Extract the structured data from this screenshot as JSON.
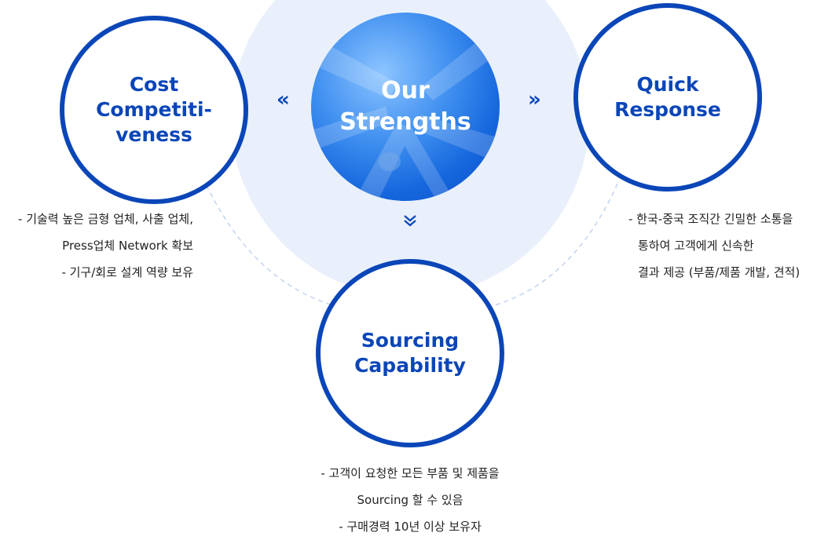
{
  "center": {
    "title": "Our\nStrengths"
  },
  "left": {
    "title": "Cost\nCompetiti-\nveness",
    "desc": [
      "- 기술력 높은 금형 업체, 사출 업체,",
      "Press업체 Network 확보",
      "- 기구/회로 설계 역량 보유"
    ]
  },
  "right": {
    "title": "Quick\nResponse",
    "desc": [
      "- 한국-중국 조직간 긴밀한 소통을",
      "통하여 고객에게 신속한",
      "결과 제공 (부품/제품 개발, 견적)"
    ]
  },
  "bottom": {
    "title": "Sourcing\nCapability",
    "desc": [
      "- 고객이 요청한 모든 부품 및 제품을",
      "Sourcing 할 수 있음",
      "- 구매경력 10년 이상 보유자"
    ]
  },
  "arrows": {
    "left": "«",
    "right": "»",
    "down": "⌄"
  },
  "colors": {
    "accent": "#0b46b8",
    "halo": "#e9f0fb",
    "dash": "#c6d6ee"
  }
}
